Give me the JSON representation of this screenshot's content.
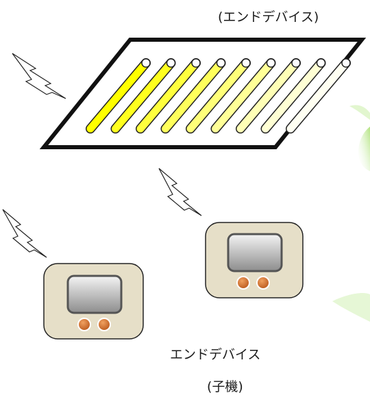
{
  "labels": {
    "top_device": "(エンドデバイス)",
    "end_device": "エンドデバイス",
    "child_unit": "(子機)"
  },
  "colors": {
    "panel_outline": "#111111",
    "bar_fill_start": "#ffff00",
    "bar_fill_end": "#ffffff",
    "device_body": "#e6dfc8",
    "device_screen": "#a8a8a8",
    "device_button": "#d2691e",
    "leaf_accent": "#c8f0a0"
  },
  "icons": [
    "wireless-signal-icon",
    "wireless-signal-icon",
    "wireless-signal-icon"
  ],
  "bar_count": 9
}
